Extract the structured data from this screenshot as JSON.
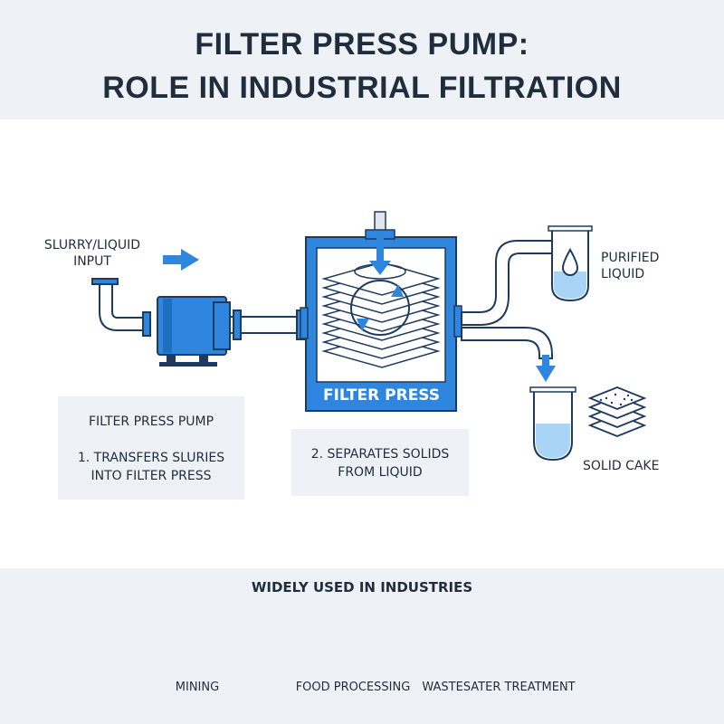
{
  "header": {
    "title_line1": "FILTER PRESS PUMP:",
    "title_line2": "ROLE IN INDUSTRIAL FILTRATION"
  },
  "diagram": {
    "input_label_line1": "SLURRY/LIQUID",
    "input_label_line2": "INPUT",
    "press_label": "FILTER PRESS",
    "purified_line1": "PURIFIED",
    "purified_line2": "LIQUID",
    "solid_cake": "SOLID CAKE"
  },
  "pump_box": {
    "title": "FILTER PRESS PUMP",
    "step1_line1": "1. TRANSFERS SLURIES",
    "step1_line2": "INTO FILTER PRESS"
  },
  "press_box": {
    "step2_line1": "2. SEPARATES SOLIDS",
    "step2_line2": "FROM LIQUID"
  },
  "industries": {
    "title": "WIDELY USED IN INDUSTRIES",
    "items": [
      {
        "label": "MINING",
        "icon": "pickaxe-icon"
      },
      {
        "label": "FOOD PROCESSING",
        "icon": "fork-leaf-icon"
      },
      {
        "label": "WASTESATER TREATMENT",
        "icon": "water-gear-icon"
      }
    ]
  },
  "colors": {
    "accent": "#2e86de",
    "dark": "#1f3a5f",
    "panel": "#eef1f5",
    "liquid": "#a9d4f5"
  }
}
